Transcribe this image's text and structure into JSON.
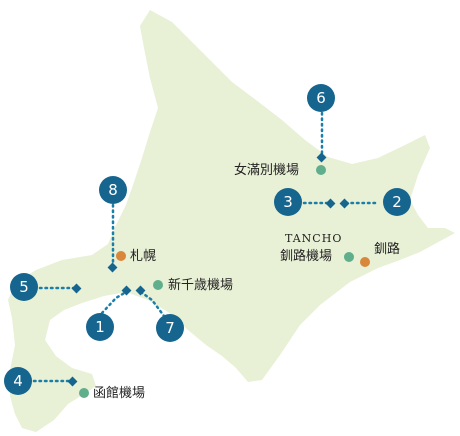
{
  "colors": {
    "land": "#e8f0d6",
    "badge": "#16658f",
    "connector": "#1a7fa8",
    "airport_marker": "#5fae8c",
    "city_marker": "#d9873a"
  },
  "markers": {
    "sapporo": {
      "label": "札幌",
      "kind": "city"
    },
    "new_chitose": {
      "label": "新千歳機場",
      "kind": "airport"
    },
    "hakodate": {
      "label": "函館機場",
      "kind": "airport"
    },
    "memanbetsu": {
      "label": "女滿別機場",
      "kind": "airport"
    },
    "kushiro_airport": {
      "label": "釧路機場",
      "sublabel": "TANCHO",
      "kind": "airport"
    },
    "kushiro_city": {
      "label": "釧路",
      "kind": "city"
    }
  },
  "badges": [
    "1",
    "2",
    "3",
    "4",
    "5",
    "6",
    "7",
    "8"
  ]
}
